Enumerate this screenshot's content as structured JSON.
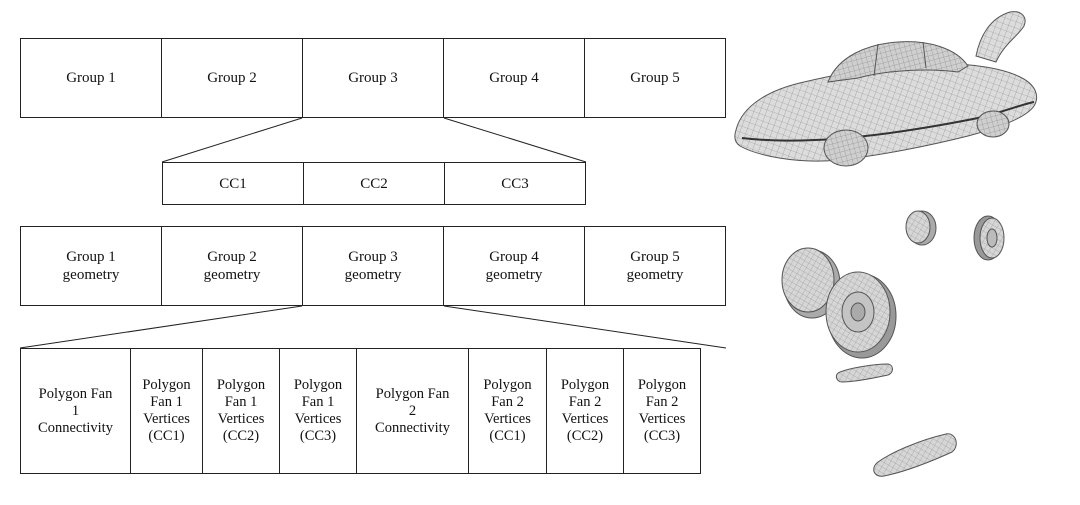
{
  "groups": [
    "Group 1",
    "Group 2",
    "Group 3",
    "Group 4",
    "Group 5"
  ],
  "cc": [
    "CC1",
    "CC2",
    "CC3"
  ],
  "geometry": [
    "Group 1\ngeometry",
    "Group 2\ngeometry",
    "Group 3\ngeometry",
    "Group 4\ngeometry",
    "Group 5\ngeometry"
  ],
  "fans": [
    "Polygon Fan\n1\nConnectivity",
    "Polygon\nFan 1\nVertices\n(CC1)",
    "Polygon\nFan 1\nVertices\n(CC2)",
    "Polygon\nFan 1\nVertices\n(CC3)",
    "Polygon Fan\n2\nConnectivity",
    "Polygon\nFan 2\nVertices\n(CC1)",
    "Polygon\nFan 2\nVertices\n(CC2)",
    "Polygon\nFan 2\nVertices\n(CC3)"
  ],
  "colors": {
    "stroke": "#222222",
    "mesh": "#8a8a8a",
    "mesh_fill": "#d9d9d9"
  },
  "illustrations": [
    "car-mesh-model",
    "wheel-part",
    "wheel-part",
    "wheel-part",
    "wheel-part",
    "axle-part",
    "axle-part"
  ]
}
